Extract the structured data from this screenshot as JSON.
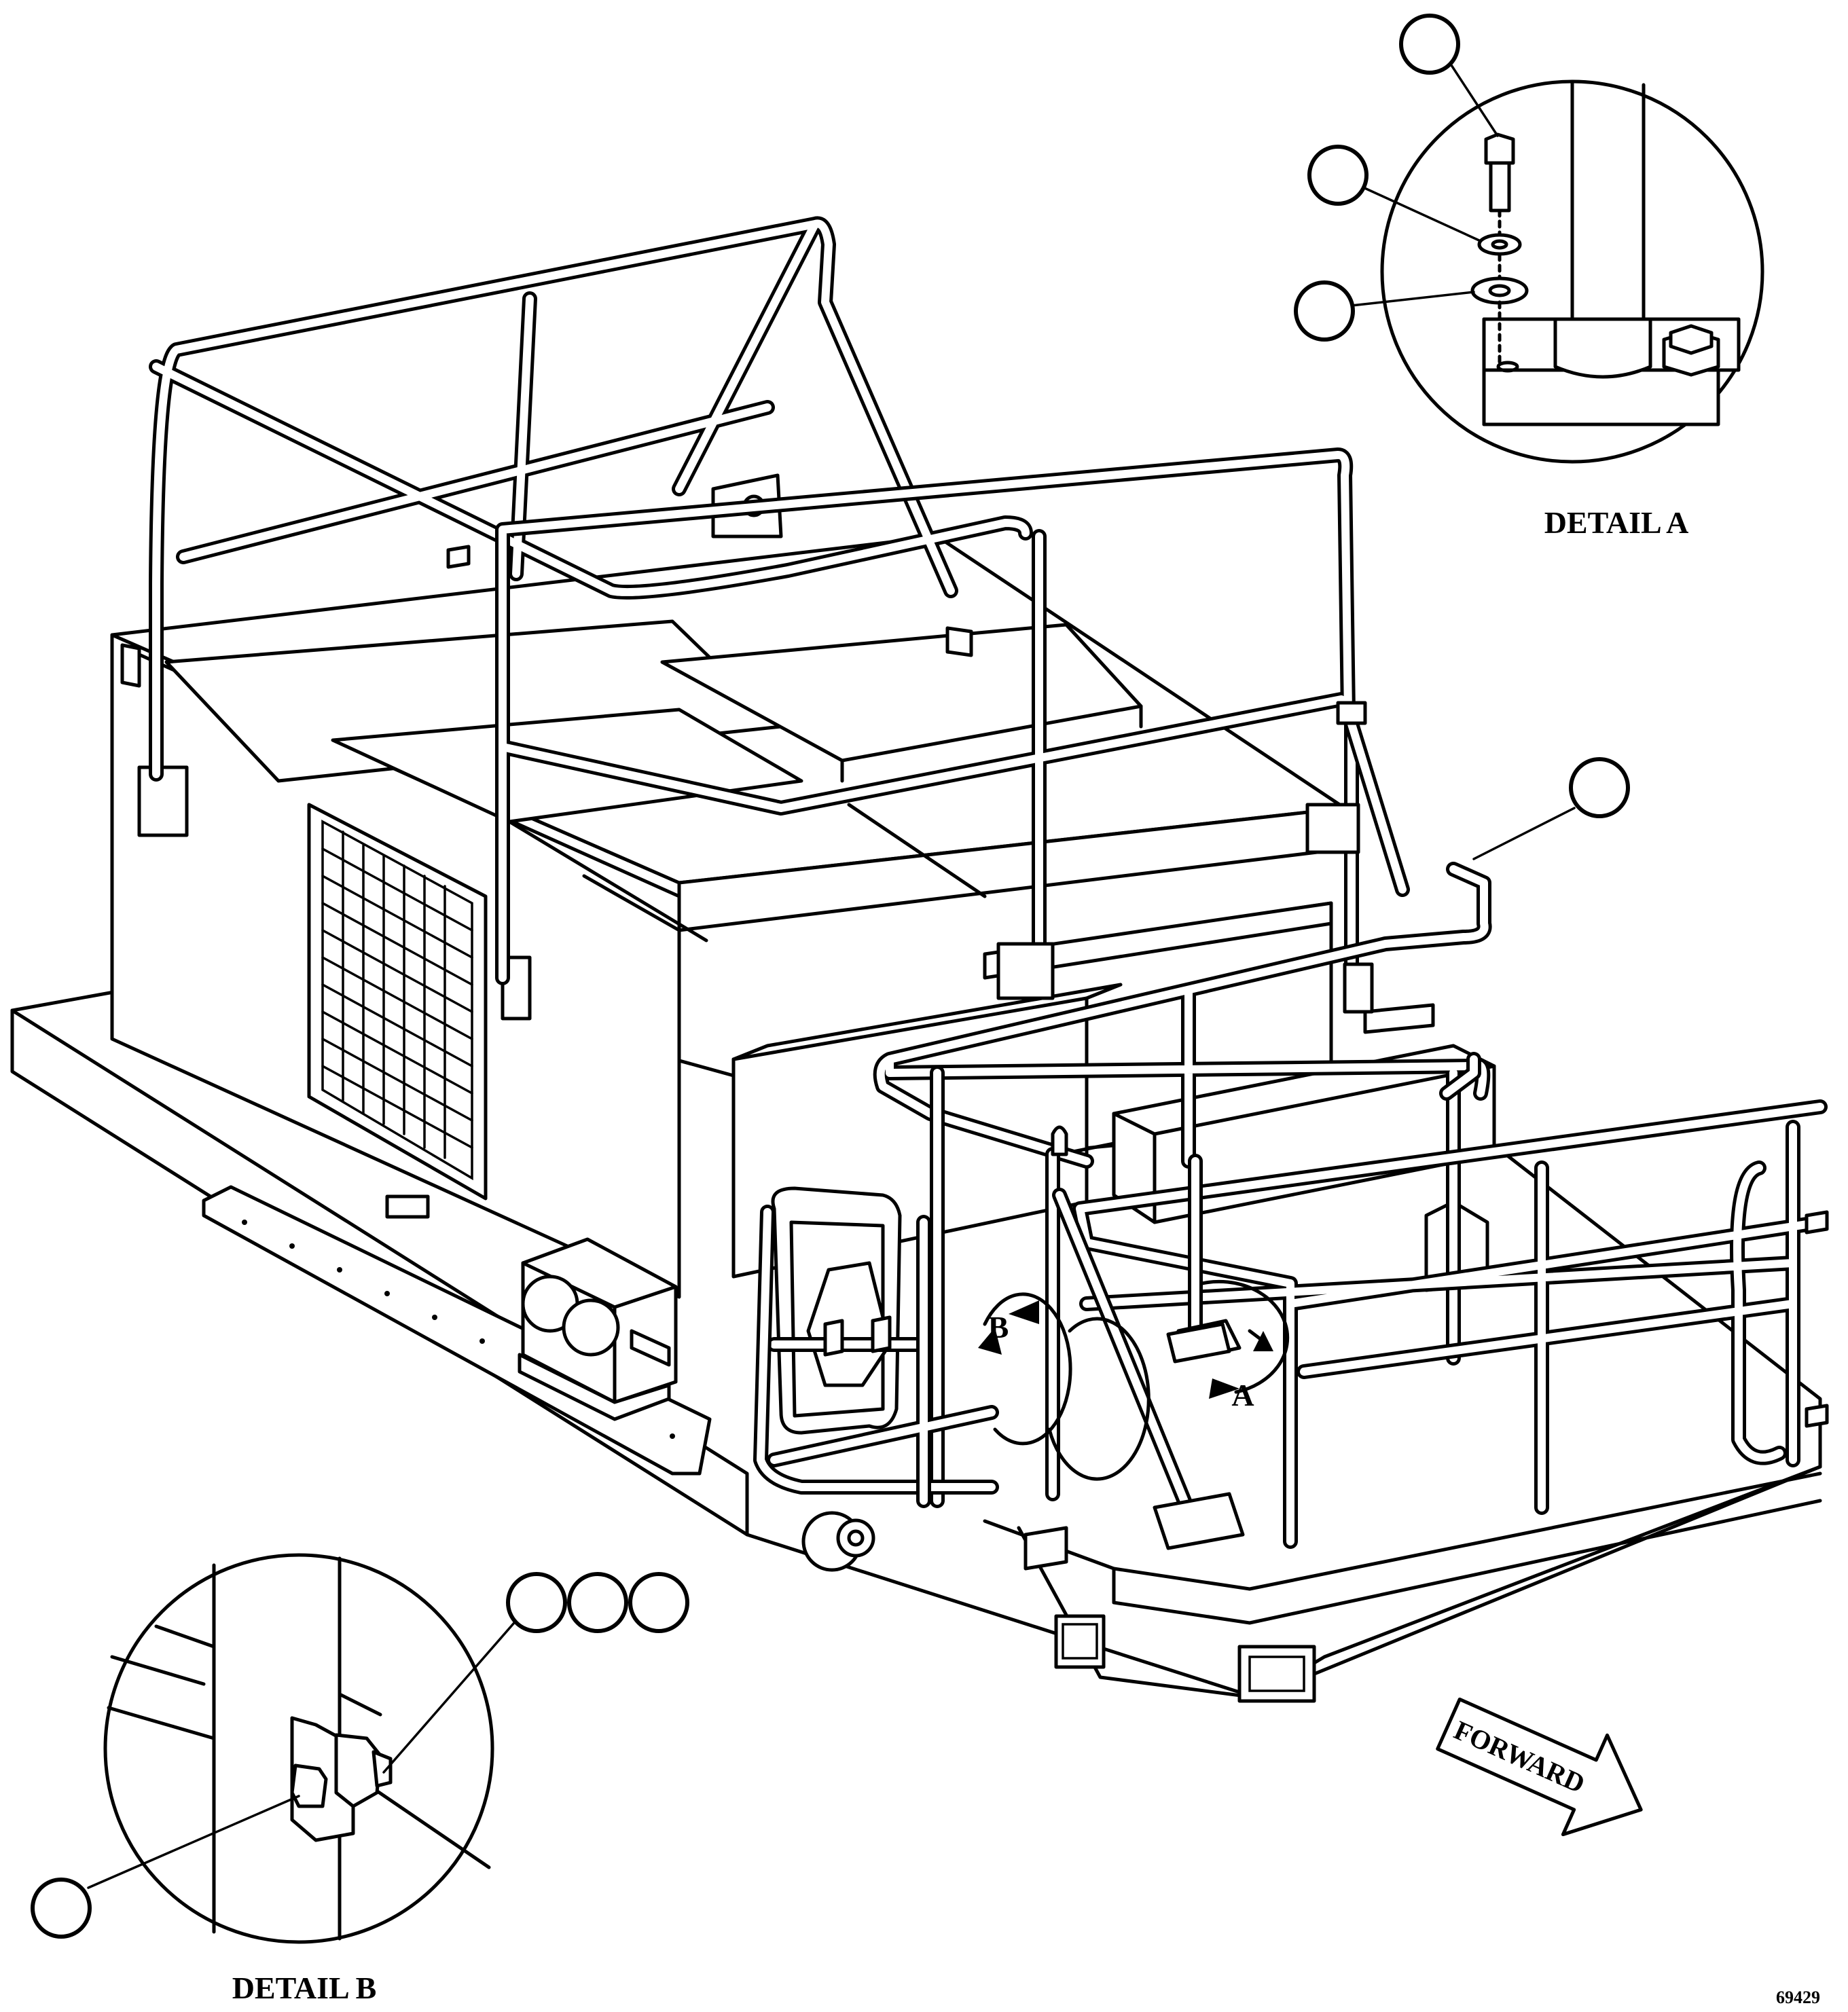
{
  "labels": {
    "detail_a": "DETAIL A",
    "detail_b": "DETAIL B",
    "view_a": "A",
    "view_b": "B",
    "forward": "FORWARD",
    "figure_number": "69429"
  },
  "callouts": {
    "detail_a": [
      "",
      "",
      ""
    ],
    "rail_item": "",
    "detail_b_group": [
      "",
      "",
      ""
    ],
    "detail_b_single": ""
  }
}
